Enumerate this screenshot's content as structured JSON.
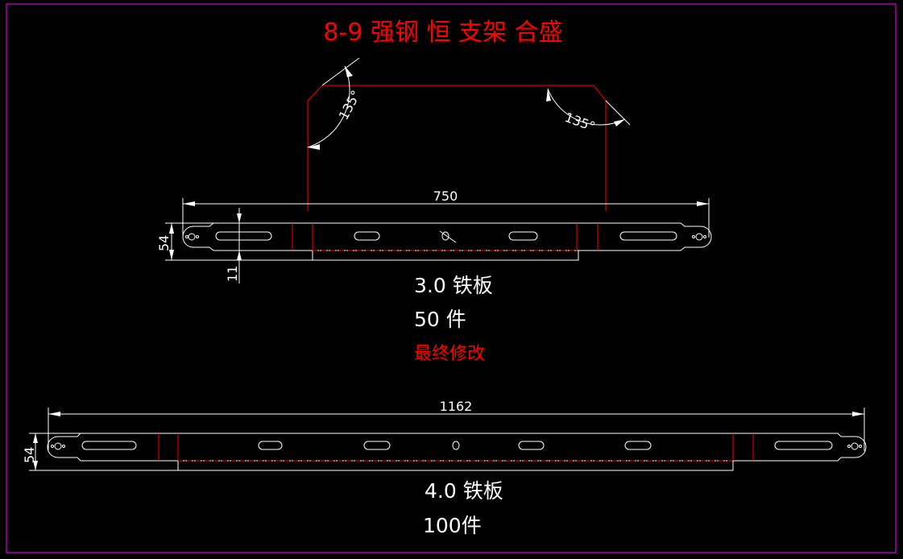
{
  "title": "8-9 强钢 恒 支架 合盛",
  "colors": {
    "background": "#000000",
    "border": "#ff00ff",
    "line": "#ffffff",
    "accent": "#ff0000"
  },
  "part1": {
    "angle_left": "135°",
    "angle_right": "135°",
    "length_dim": "750",
    "width_dim": "54",
    "flange_dim": "11",
    "material": "3.0 铁板",
    "quantity": "50 件",
    "note": "最终修改"
  },
  "part2": {
    "length_dim": "1162",
    "width_dim": "54",
    "material": "4.0 铁板",
    "quantity": "100件"
  }
}
